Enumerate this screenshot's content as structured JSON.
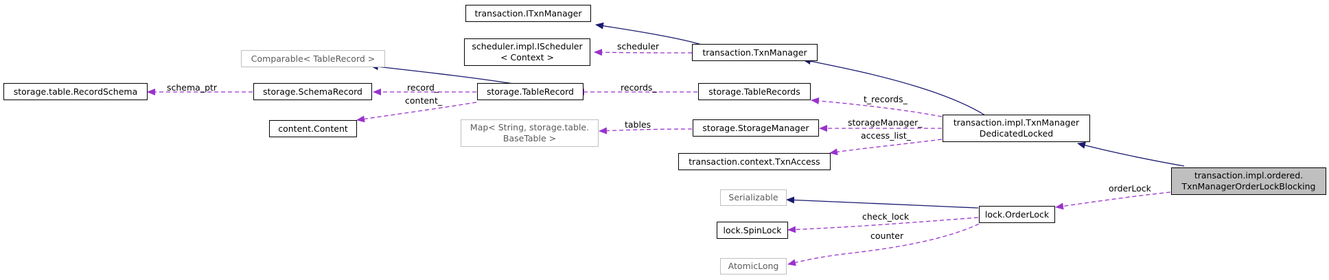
{
  "colors": {
    "inheritance": "#191970",
    "usage": "#9a32cd",
    "focus_fill": "#bfbfbf",
    "external_border": "#bfbfbf"
  },
  "nodes": {
    "itxnmanager": "transaction.ITxnManager",
    "ischeduler_l1": "scheduler.impl.IScheduler",
    "ischeduler_l2": "< Context >",
    "txnmanager": "transaction.TxnManager",
    "comparable": "Comparable< TableRecord >",
    "recordschema": "storage.table.RecordSchema",
    "schemarecord": "storage.SchemaRecord",
    "tablerecord": "storage.TableRecord",
    "tablerecords": "storage.TableRecords",
    "content": "content.Content",
    "map_l1": "Map< String, storage.table.",
    "map_l2": "BaseTable >",
    "storagemanager": "storage.StorageManager",
    "dedicated_l1": "transaction.impl.TxnManager",
    "dedicated_l2": "DedicatedLocked",
    "txnaccess": "transaction.context.TxnAccess",
    "focus_l1": "transaction.impl.ordered.",
    "focus_l2": "TxnManagerOrderLockBlocking",
    "serializable": "Serializable",
    "orderlock": "lock.OrderLock",
    "spinlock": "lock.SpinLock",
    "atomiclong": "AtomicLong"
  },
  "edge_labels": {
    "scheduler": "scheduler",
    "schema_ptr": "schema_ptr",
    "record": "record_",
    "content": "content_",
    "records": "records_",
    "t_records": "t_records_",
    "tables": "tables",
    "storage_manager": "storageManager_",
    "access_list": "access_list_",
    "order_lock": "orderLock",
    "check_lock": "check_lock",
    "counter": "counter"
  }
}
